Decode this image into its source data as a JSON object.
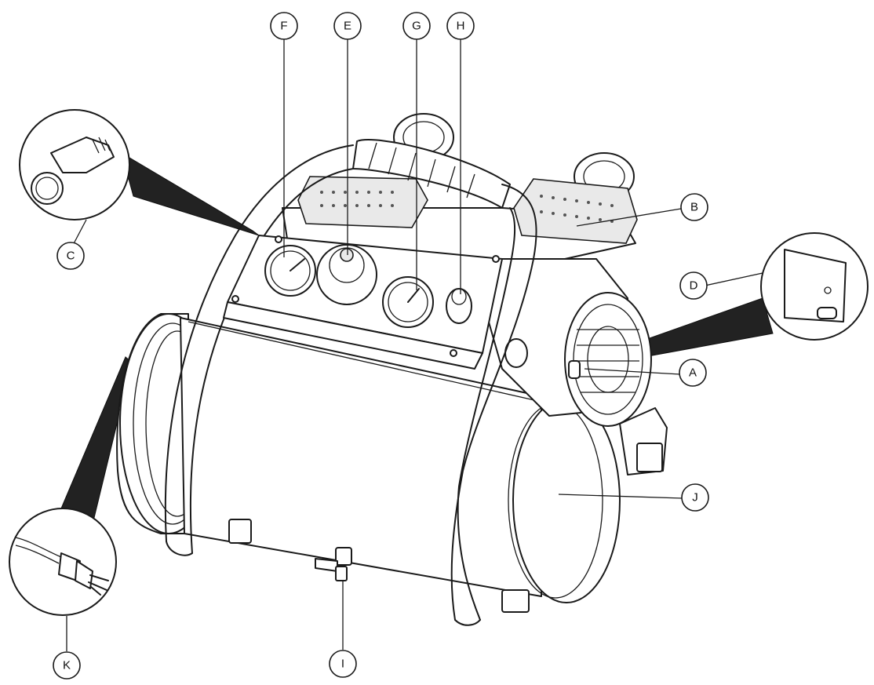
{
  "figure": {
    "callouts": [
      {
        "id": "F",
        "label": "F"
      },
      {
        "id": "E",
        "label": "E"
      },
      {
        "id": "G",
        "label": "G"
      },
      {
        "id": "H",
        "label": "H"
      },
      {
        "id": "B",
        "label": "B"
      },
      {
        "id": "C",
        "label": "C"
      },
      {
        "id": "D",
        "label": "D"
      },
      {
        "id": "A",
        "label": "A"
      },
      {
        "id": "J",
        "label": "J"
      },
      {
        "id": "K",
        "label": "K"
      },
      {
        "id": "I",
        "label": "I"
      }
    ],
    "line_color": "#1a1a1a",
    "background": "#ffffff"
  }
}
